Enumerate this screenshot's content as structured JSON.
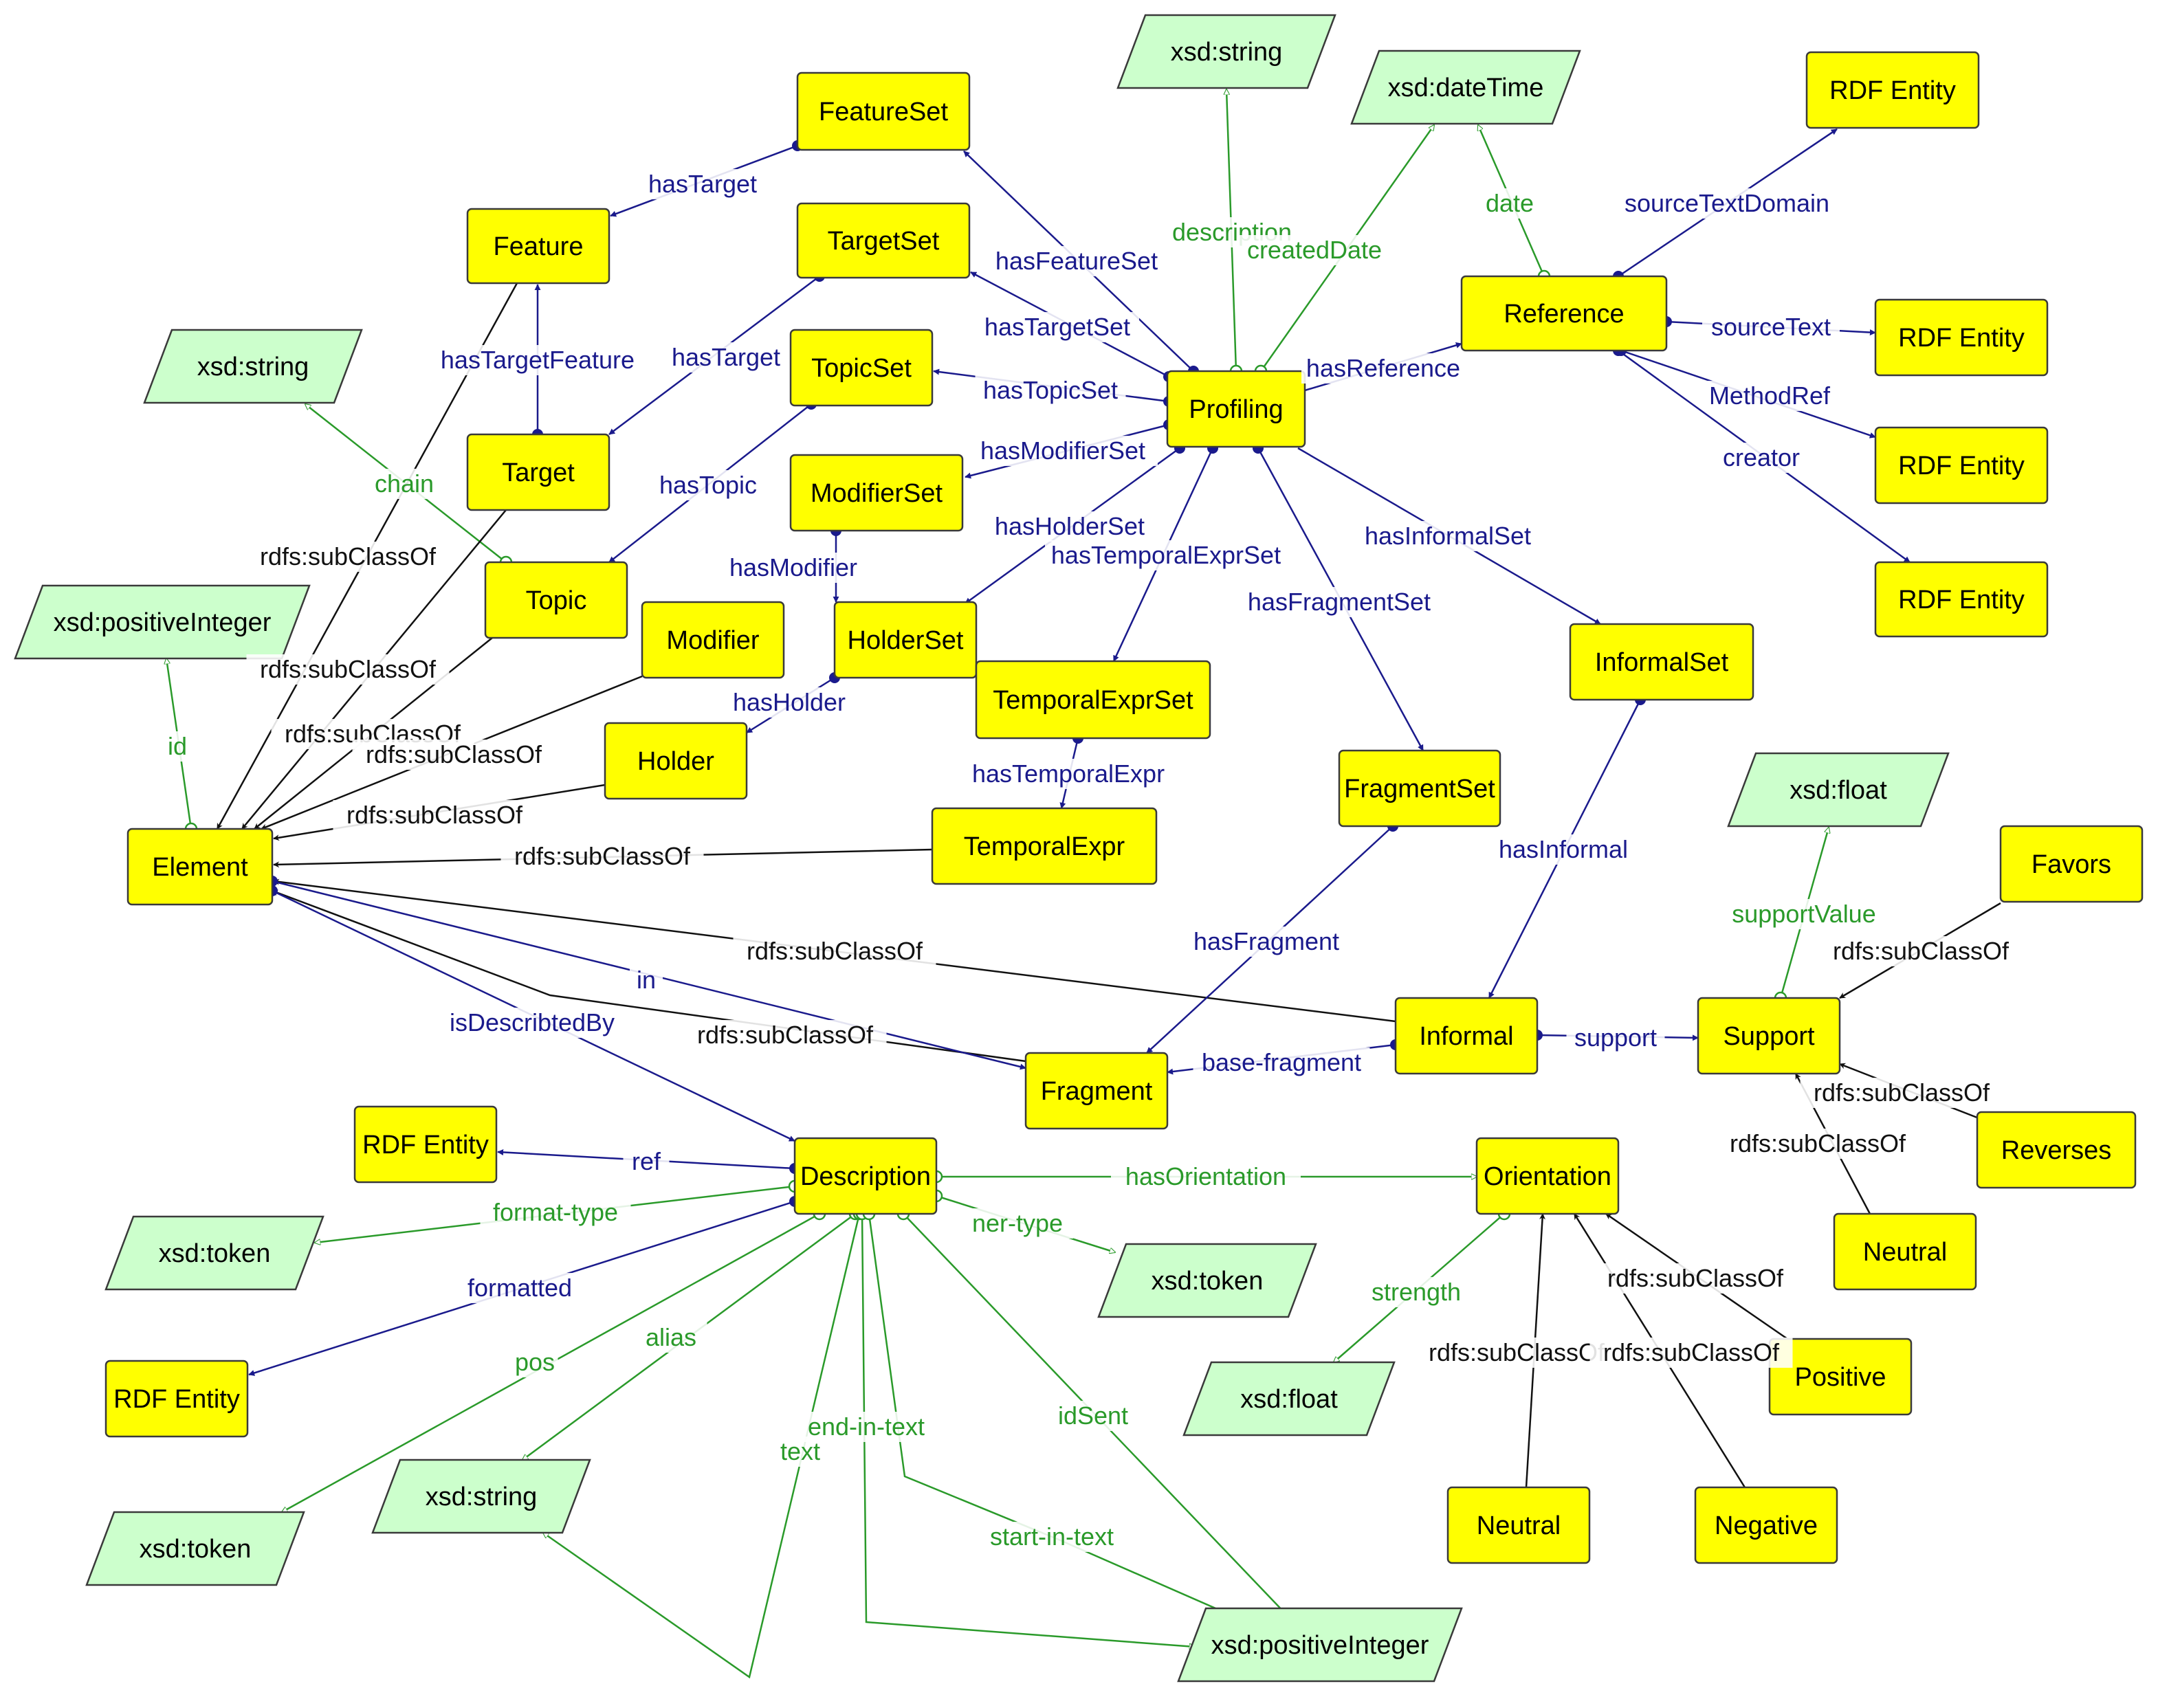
{
  "colors": {
    "class_fill": "#ffff00",
    "literal_fill": "#ccffcc",
    "object_property": "#1a1a8c",
    "datatype_property": "#2a9a2a",
    "subclass": "#111111"
  },
  "nodes": [
    {
      "id": "featureset",
      "label": "FeatureSet",
      "kind": "class"
    },
    {
      "id": "feature",
      "label": "Feature",
      "kind": "class"
    },
    {
      "id": "targetset",
      "label": "TargetSet",
      "kind": "class"
    },
    {
      "id": "topicset",
      "label": "TopicSet",
      "kind": "class"
    },
    {
      "id": "target",
      "label": "Target",
      "kind": "class"
    },
    {
      "id": "modifierset",
      "label": "ModifierSet",
      "kind": "class"
    },
    {
      "id": "topic",
      "label": "Topic",
      "kind": "class"
    },
    {
      "id": "modifier",
      "label": "Modifier",
      "kind": "class"
    },
    {
      "id": "holderset",
      "label": "HolderSet",
      "kind": "class"
    },
    {
      "id": "temporalexprset",
      "label": "TemporalExprSet",
      "kind": "class"
    },
    {
      "id": "holder",
      "label": "Holder",
      "kind": "class"
    },
    {
      "id": "temporalexpr",
      "label": "TemporalExpr",
      "kind": "class"
    },
    {
      "id": "element",
      "label": "Element",
      "kind": "class"
    },
    {
      "id": "profiling",
      "label": "Profiling",
      "kind": "class"
    },
    {
      "id": "reference",
      "label": "Reference",
      "kind": "class"
    },
    {
      "id": "rdf1",
      "label": "RDF Entity",
      "kind": "class"
    },
    {
      "id": "rdf2",
      "label": "RDF Entity",
      "kind": "class"
    },
    {
      "id": "rdf3",
      "label": "RDF Entity",
      "kind": "class"
    },
    {
      "id": "rdf4",
      "label": "RDF Entity",
      "kind": "class"
    },
    {
      "id": "informalset",
      "label": "InformalSet",
      "kind": "class"
    },
    {
      "id": "fragmentset",
      "label": "FragmentSet",
      "kind": "class"
    },
    {
      "id": "informal",
      "label": "Informal",
      "kind": "class"
    },
    {
      "id": "support",
      "label": "Support",
      "kind": "class"
    },
    {
      "id": "favors",
      "label": "Favors",
      "kind": "class"
    },
    {
      "id": "reverses",
      "label": "Reverses",
      "kind": "class"
    },
    {
      "id": "neutral1",
      "label": "Neutral",
      "kind": "class"
    },
    {
      "id": "fragment",
      "label": "Fragment",
      "kind": "class"
    },
    {
      "id": "rdf5",
      "label": "RDF Entity",
      "kind": "class"
    },
    {
      "id": "description",
      "label": "Description",
      "kind": "class"
    },
    {
      "id": "orientation",
      "label": "Orientation",
      "kind": "class"
    },
    {
      "id": "rdf6",
      "label": "RDF Entity",
      "kind": "class"
    },
    {
      "id": "positive",
      "label": "Positive",
      "kind": "class"
    },
    {
      "id": "neutral2",
      "label": "Neutral",
      "kind": "class"
    },
    {
      "id": "negative",
      "label": "Negative",
      "kind": "class"
    },
    {
      "id": "xs_string_top",
      "label": "xsd:string",
      "kind": "literal"
    },
    {
      "id": "xs_datetime",
      "label": "xsd:dateTime",
      "kind": "literal"
    },
    {
      "id": "xs_string_left",
      "label": "xsd:string",
      "kind": "literal"
    },
    {
      "id": "xs_posint_left",
      "label": "xsd:positiveInteger",
      "kind": "literal"
    },
    {
      "id": "xs_float_right",
      "label": "xsd:float",
      "kind": "literal"
    },
    {
      "id": "xs_token1",
      "label": "xsd:token",
      "kind": "literal"
    },
    {
      "id": "xs_token2",
      "label": "xsd:token",
      "kind": "literal"
    },
    {
      "id": "xs_float_mid",
      "label": "xsd:float",
      "kind": "literal"
    },
    {
      "id": "xs_token3",
      "label": "xsd:token",
      "kind": "literal"
    },
    {
      "id": "xs_string_bottom",
      "label": "xsd:string",
      "kind": "literal"
    },
    {
      "id": "xs_posint_bottom",
      "label": "xsd:positiveInteger",
      "kind": "literal"
    }
  ],
  "edge_labels": {
    "hasTarget_feature": "hasTarget",
    "hasTargetFeature": "hasTargetFeature",
    "hasTarget_target": "hasTarget",
    "hasFeatureSet": "hasFeatureSet",
    "hasTargetSet": "hasTargetSet",
    "hasTopicSet": "hasTopicSet",
    "hasModifierSet": "hasModifierSet",
    "hasHolderSet": "hasHolderSet",
    "hasTemporalExprSet": "hasTemporalExprSet",
    "hasFragmentSet": "hasFragmentSet",
    "hasInformalSet": "hasInformalSet",
    "hasReference": "hasReference",
    "description": "description",
    "createdDate": "createdDate",
    "date": "date",
    "sourceTextDomain": "sourceTextDomain",
    "sourceText": "sourceText",
    "MethodRef": "MethodRef",
    "creator": "creator",
    "chain": "chain",
    "hasTopic": "hasTopic",
    "hasModifier": "hasModifier",
    "hasHolder": "hasHolder",
    "hasTemporalExpr": "hasTemporalExpr",
    "id": "id",
    "sub_feature": "rdfs:subClassOf",
    "sub_target": "rdfs:subClassOf",
    "sub_topic": "rdfs:subClassOf",
    "sub_modifier": "rdfs:subClassOf",
    "sub_holder": "rdfs:subClassOf",
    "sub_temporalexpr": "rdfs:subClassOf",
    "sub_informal": "rdfs:subClassOf",
    "sub_fragment": "rdfs:subClassOf",
    "hasInformal": "hasInformal",
    "hasFragment": "hasFragment",
    "in": "in",
    "isDescribtedBy": "isDescribtedBy",
    "support": "support",
    "supportValue": "supportValue",
    "base_fragment": "base-fragment",
    "sub_favors": "rdfs:subClassOf",
    "sub_reverses": "rdfs:subClassOf",
    "sub_neutral1": "rdfs:subClassOf",
    "ref": "ref",
    "format_type": "format-type",
    "formatted": "formatted",
    "hasOrientation": "hasOrientation",
    "ner_type": "ner-type",
    "pos": "pos",
    "alias": "alias",
    "text": "text",
    "end_in_text": "end-in-text",
    "start_in_text": "start-in-text",
    "idSent": "idSent",
    "strength": "strength",
    "sub_positive": "rdfs:subClassOf",
    "sub_neutral2": "rdfs:subClassOf",
    "sub_negative": "rdfs:subClassOf"
  }
}
